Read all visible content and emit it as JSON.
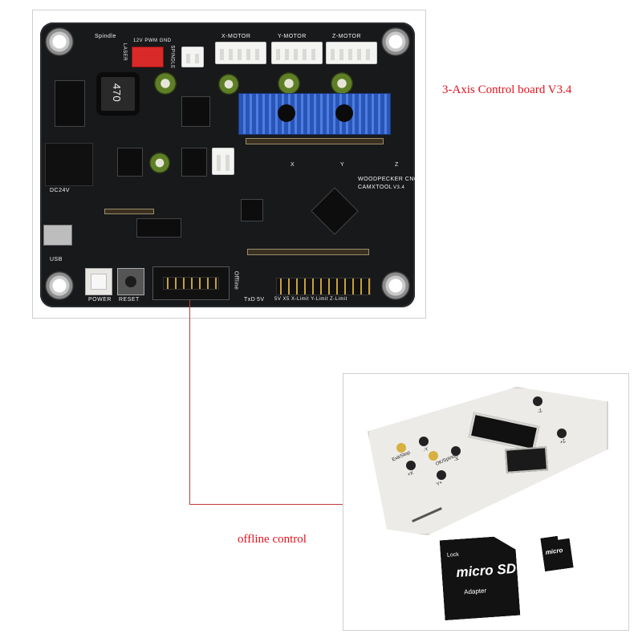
{
  "captions": {
    "board": "3-Axis Control board V3.4",
    "offline": "offline control"
  },
  "board": {
    "labels": {
      "x_motor": "X-MOTOR",
      "y_motor": "Y-MOTOR",
      "z_motor": "Z-MOTOR",
      "spindle": "Spindle",
      "laser": "LASER",
      "pwm": "12V PWM GND",
      "spindle_vert": "SPINDLE",
      "inductor": "470",
      "woodpecker": "WOODPECKER CNC",
      "camxtool": "CAMXTOOL",
      "version": "V3.4",
      "dc24v": "DC24V",
      "usb": "USB",
      "power": "POWER",
      "reset": "RESET",
      "offline": "Offline",
      "txd": "TxD",
      "fivev": "5V",
      "limits": "5V  X5  X-Limit Y-Limit Z-Limit",
      "x": "X",
      "y": "Y",
      "z": "Z"
    }
  },
  "device": {
    "labels": {
      "exit_stop": "Exit/Stop",
      "ok_spindle": "OK/Spindle",
      "y_minus": "-Y",
      "x_minus": "-X",
      "x_plus": "+X",
      "y_plus": "Y+",
      "z_minus": "-Z",
      "z_plus": "+Z"
    }
  },
  "sd": {
    "lock": "Lock",
    "logo": "micro SD",
    "adapter": "Adapter",
    "micro_logo": "micro"
  }
}
